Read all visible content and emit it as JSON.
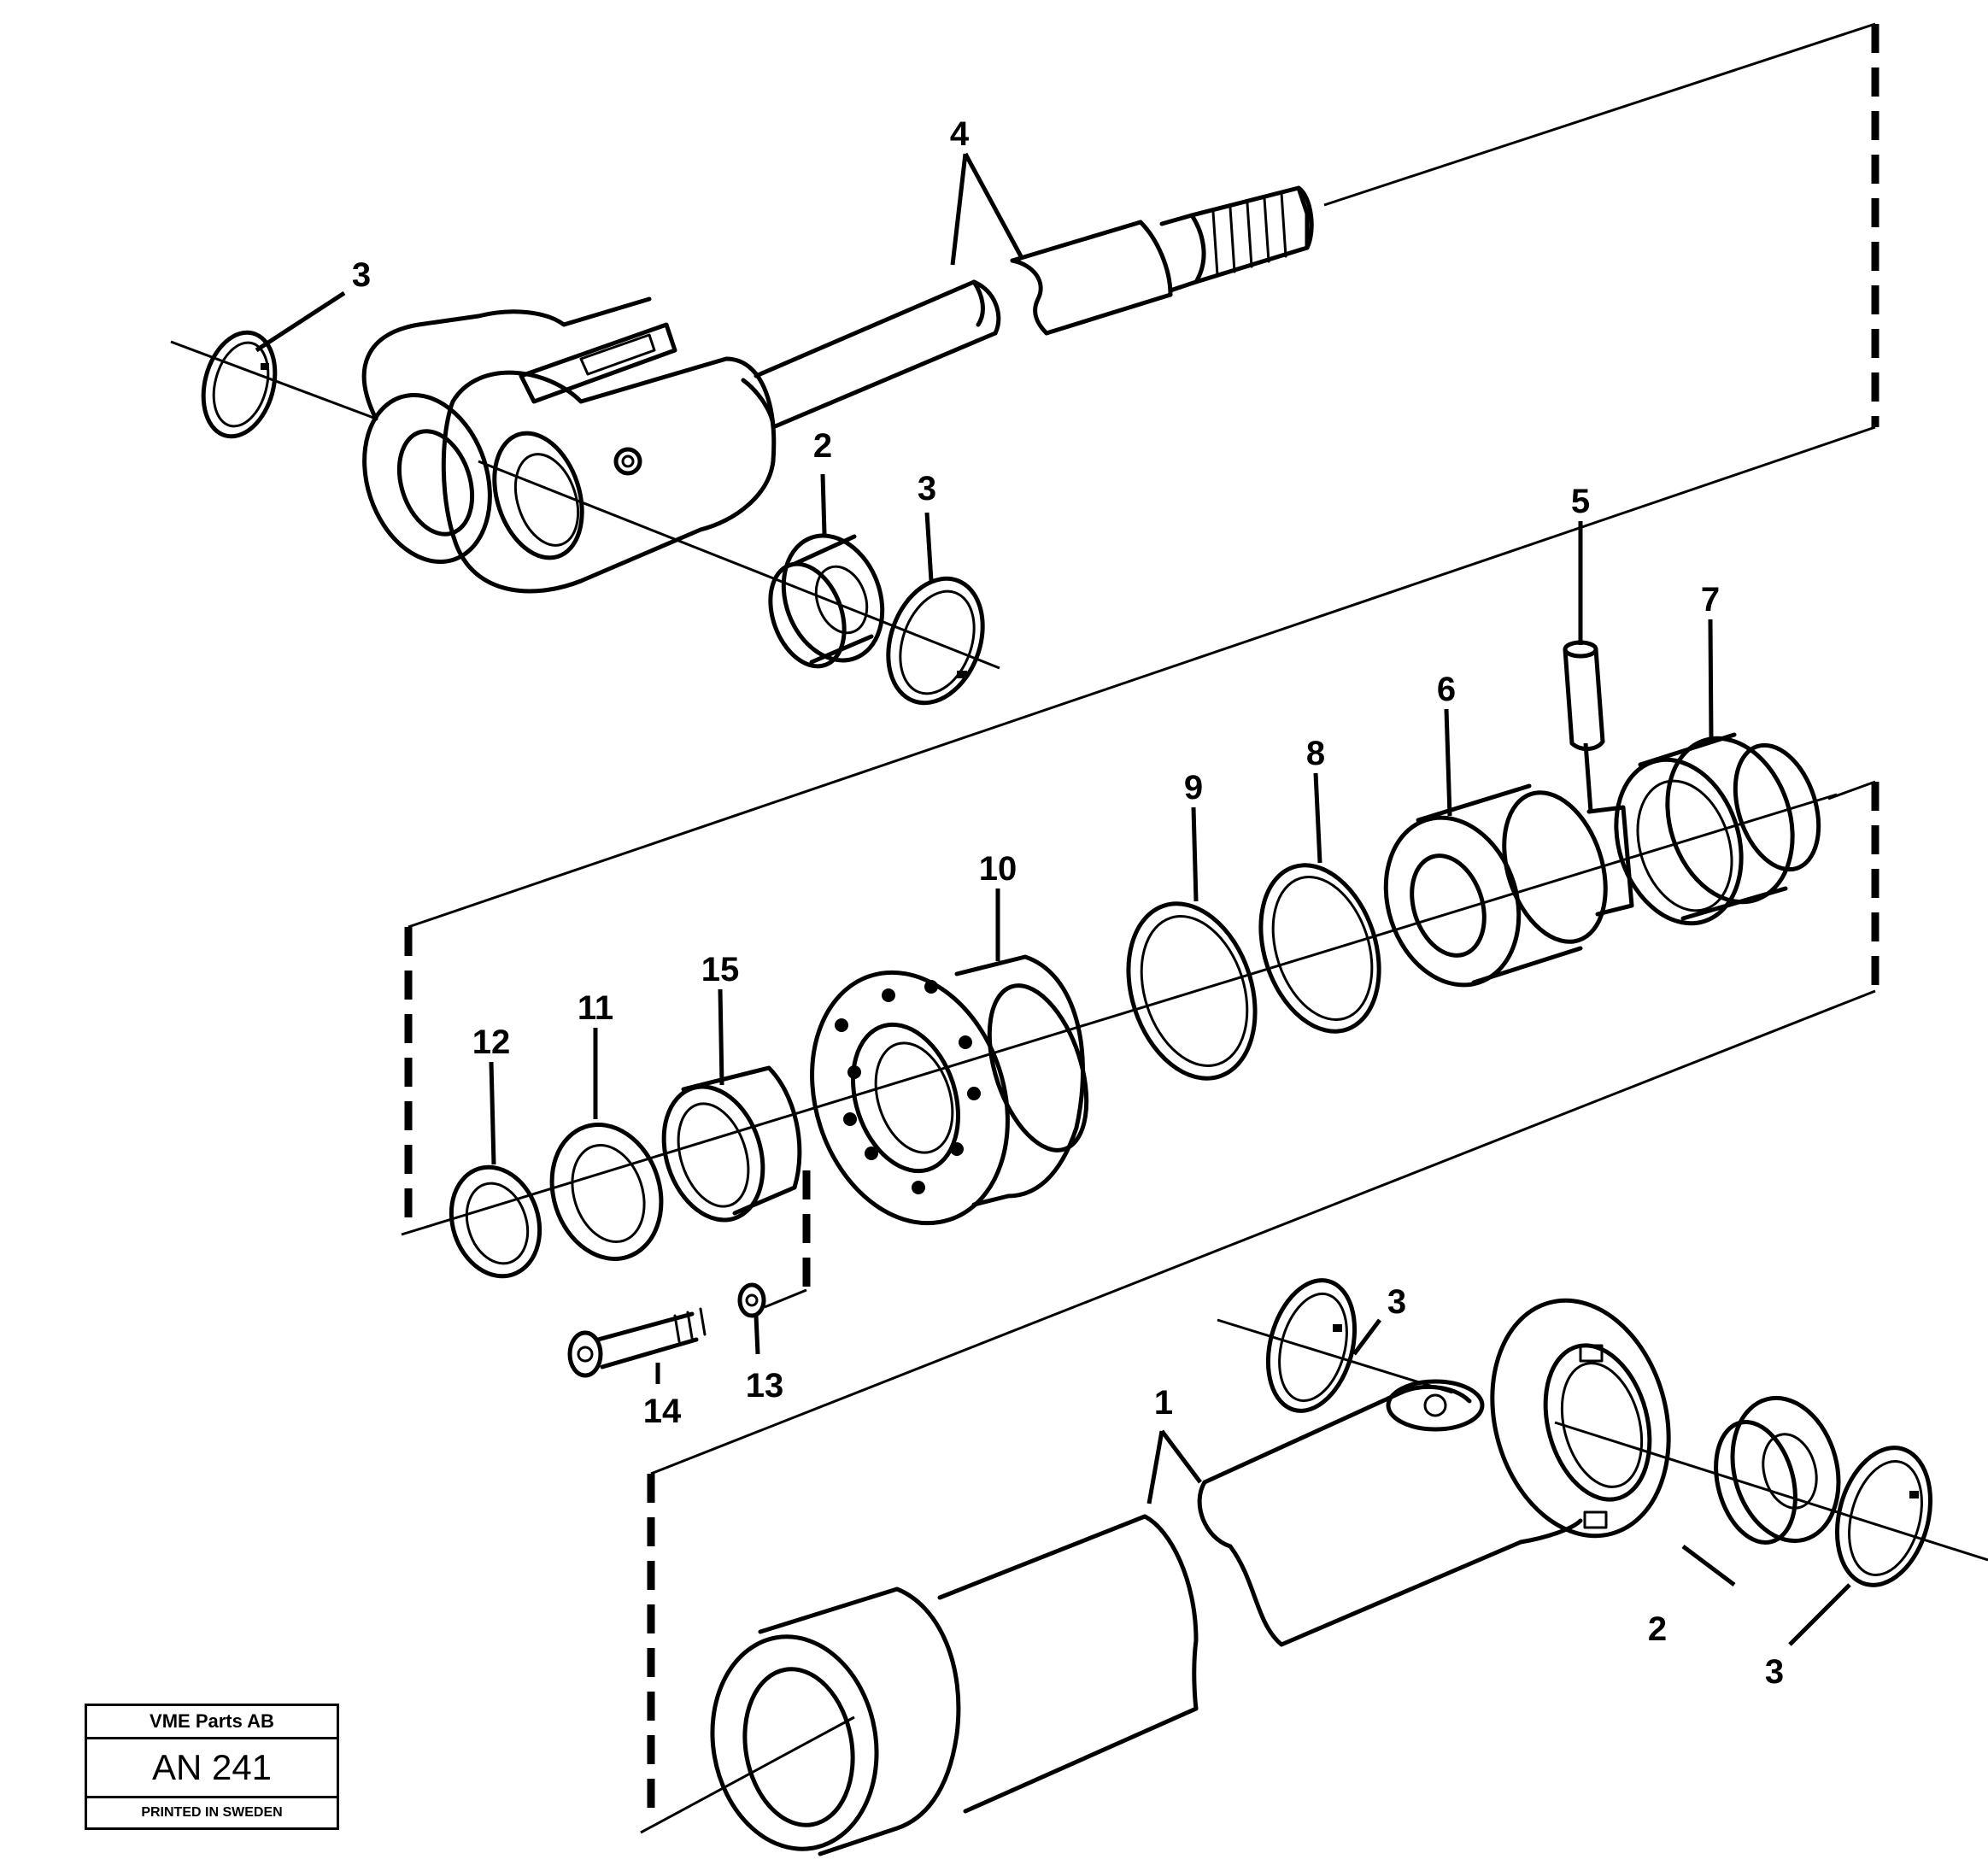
{
  "stamp": {
    "company": "VME Parts AB",
    "document_number": "AN 241",
    "printed": "PRINTED IN SWEDEN"
  },
  "callouts": {
    "p1": "1",
    "p2": "2",
    "p3": "3",
    "p4": "4",
    "p5": "5",
    "p6": "6",
    "p7": "7",
    "p8": "8",
    "p9": "9",
    "p10": "10",
    "p11": "11",
    "p12": "12",
    "p13": "13",
    "p14": "14",
    "p15": "15"
  }
}
